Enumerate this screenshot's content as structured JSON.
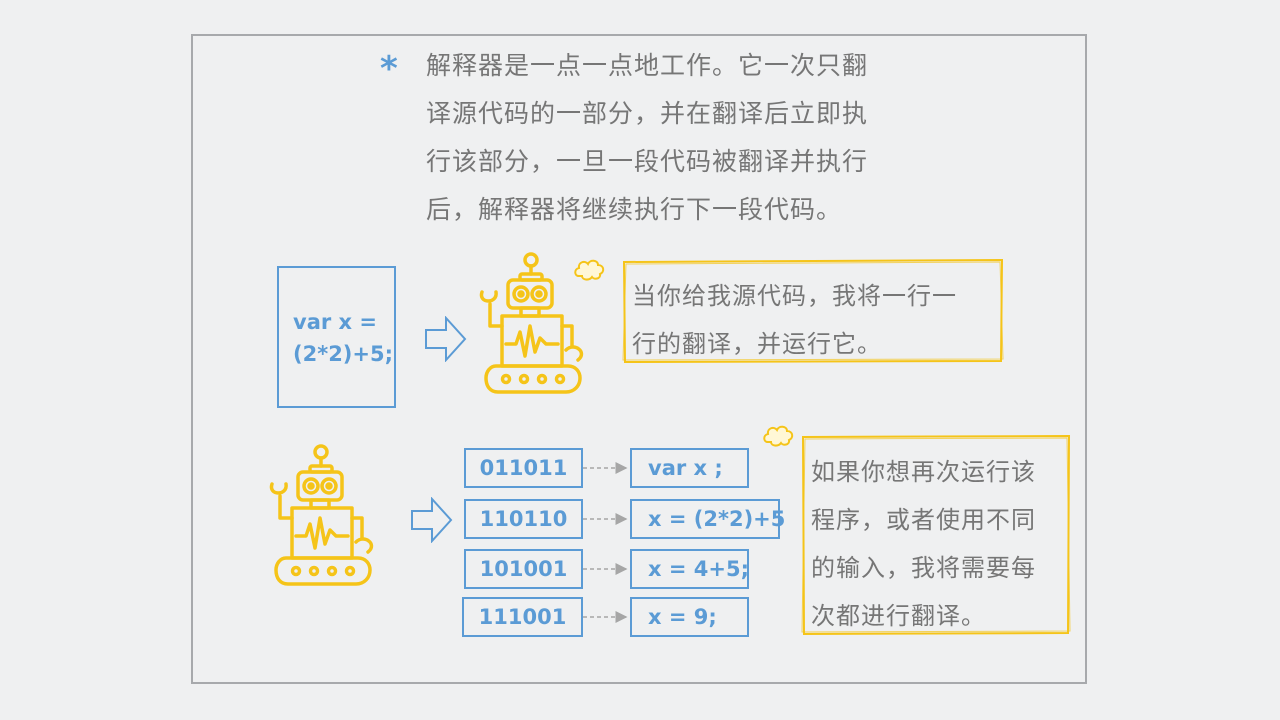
{
  "intro": {
    "asterisk": "*",
    "lines": [
      "解释器是一点一点地工作。它一次只翻",
      "译源代码的一部分，并在翻译后立即执",
      "行该部分，一旦一段代码被翻译并执行",
      "后，解释器将继续执行下一段代码。"
    ]
  },
  "source_code": {
    "lines": [
      "var x =",
      "(2*2)+5;"
    ]
  },
  "robot_speech_1": {
    "lines": [
      "当你给我源代码，我将一行一",
      "行的翻译，并运行它。"
    ]
  },
  "binary_rows": [
    {
      "binary": "011011",
      "statement": "var x ;"
    },
    {
      "binary": "110110",
      "statement": "x = (2*2)+5"
    },
    {
      "binary": "101001",
      "statement": "x = 4+5;"
    },
    {
      "binary": "111001",
      "statement": "x = 9;"
    }
  ],
  "robot_speech_2": {
    "lines": [
      "如果你想再次运行该",
      "程序，或者使用不同",
      "的输入，我将需要每",
      "次都进行翻译。"
    ]
  },
  "colors": {
    "accent_blue": "#5b9bd5",
    "robot_yellow": "#f5c419",
    "text_gray": "#767676",
    "frame_gray": "#a7a9ac",
    "connector_gray": "#a6a6a6"
  }
}
